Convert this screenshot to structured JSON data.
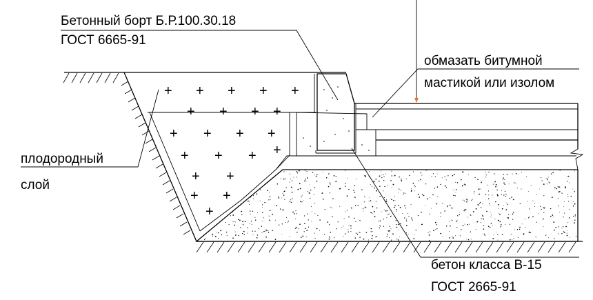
{
  "labels": {
    "curb_line1": "Бетонный борт Б.Р.100.30.18",
    "curb_line2": "ГОСТ 6665-91",
    "bitumen_line1": "обмазать битумной",
    "bitumen_line2": "мастикой или изолом",
    "fertile_line1": "плодородный",
    "fertile_line2": "слой",
    "concrete_line1": "бетон класса В-15",
    "concrete_line2": "ГОСТ 2665-91"
  },
  "colors": {
    "line": "#000000",
    "leader_arrow": "#e8742a",
    "background": "#ffffff"
  }
}
